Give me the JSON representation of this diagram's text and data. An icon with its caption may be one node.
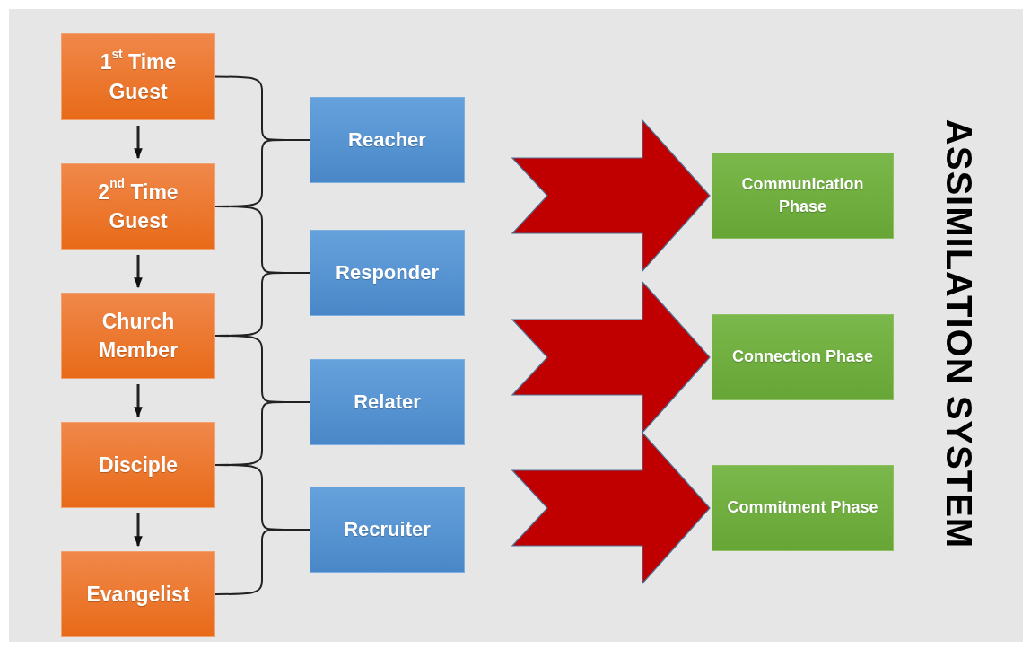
{
  "diagram": {
    "title": "ASSIMILATION SYSTEM",
    "nodes": [
      {
        "text": [
          "1$^{st}$ Time Guest"
        ]
      },
      {
        "text": [
          "2$^{nd}$ Time Guest"
        ]
      },
      {
        "text": [
          "Church Member"
        ]
      },
      {
        "text": [
          "Disciple"
        ]
      },
      {
        "text": [
          "Evangelist"
        ]
      },
      {
        "text": [
          "Reacher"
        ]
      },
      {
        "text": [
          "Responder"
        ]
      },
      {
        "text": [
          "Relater"
        ]
      },
      {
        "text": [
          "Recruiter"
        ]
      },
      {
        "text": [
          "Communication Phase"
        ]
      },
      {
        "text": [
          "Connection Phase"
        ]
      },
      {
        "text": [
          "Commitment Phase"
        ]
      }
    ],
    "edges": [
      {
        "from": 0,
        "to": 1,
        "arrow": "to"
      },
      {
        "from": 1,
        "to": 2,
        "arrow": "to"
      },
      {
        "from": 2,
        "to": 3,
        "arrow": "to"
      },
      {
        "from": 3,
        "to": 4,
        "arrow": "to"
      },
      {
        "from": 0,
        "to": 5,
        "arrow": "none"
      },
      {
        "from": 1,
        "to": 5,
        "arrow": "none"
      },
      {
        "from": 1,
        "to": 6,
        "arrow": "none"
      },
      {
        "from": 2,
        "to": 6,
        "arrow": "none"
      },
      {
        "from": 2,
        "to": 7,
        "arrow": "none"
      },
      {
        "from": 3,
        "to": 7,
        "arrow": "none"
      },
      {
        "from": 3,
        "to": 8,
        "arrow": "none"
      },
      {
        "from": 4,
        "to": 8,
        "arrow": "none"
      },
      {
        "from": null,
        "to": 9,
        "arrow": "to",
        "style": "thick",
        "color": "#c00000"
      },
      {
        "from": null,
        "to": 10,
        "arrow": "to",
        "style": "thick",
        "color": "#c00000"
      },
      {
        "from": null,
        "to": 11,
        "arrow": "to",
        "style": "thick",
        "color": "#c00000"
      }
    ]
  }
}
